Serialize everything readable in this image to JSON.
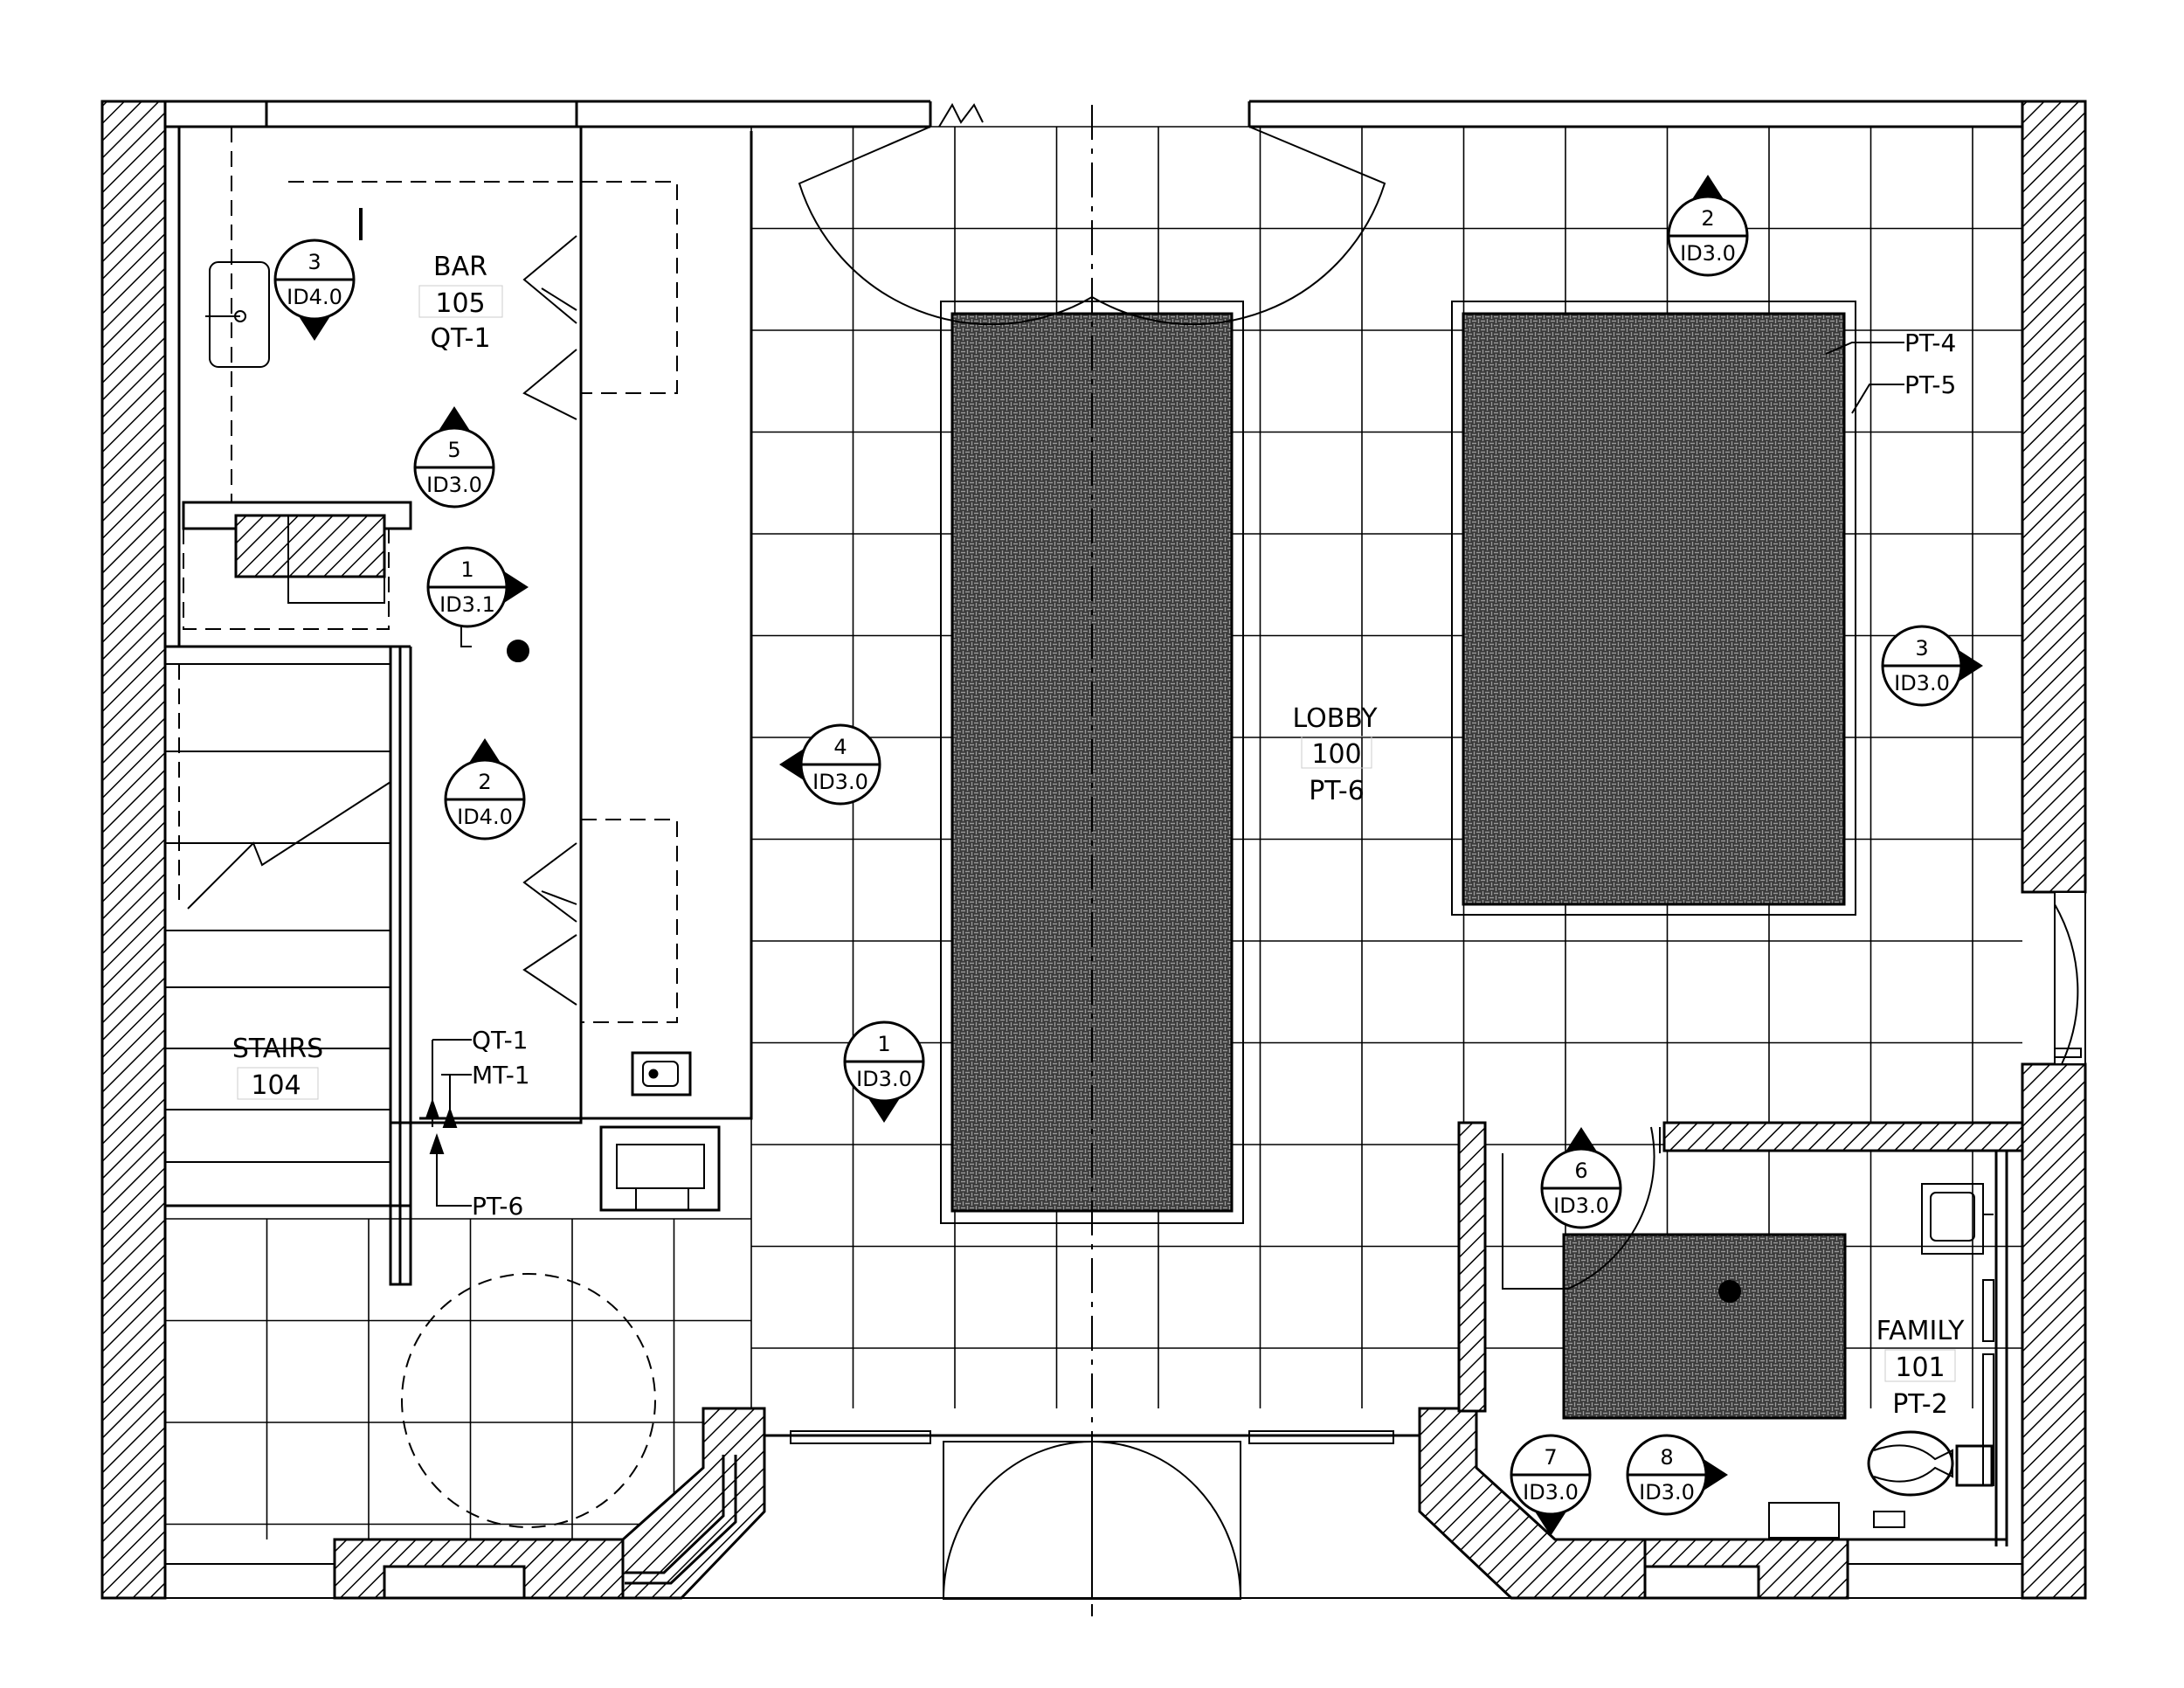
{
  "rooms": {
    "bar": {
      "name": "BAR",
      "number": "105",
      "finish": "QT-1"
    },
    "lobby": {
      "name": "LOBBY",
      "number": "100",
      "finish": "PT-6"
    },
    "stairs": {
      "name": "STAIRS",
      "number": "104"
    },
    "family": {
      "name": "FAMILY",
      "number": "101",
      "finish": "PT-2"
    }
  },
  "finish_tags": {
    "pt4": "PT-4",
    "pt5": "PT-5",
    "qt1": "QT-1",
    "mt1": "MT-1",
    "pt6": "PT-6"
  },
  "section_markers": [
    {
      "id": "bar-3",
      "num": "3",
      "ref": "ID4.0"
    },
    {
      "id": "bar-5",
      "num": "5",
      "ref": "ID3.0"
    },
    {
      "id": "bar-1",
      "num": "1",
      "ref": "ID3.1"
    },
    {
      "id": "stair-2",
      "num": "2",
      "ref": "ID4.0"
    },
    {
      "id": "lobby-4",
      "num": "4",
      "ref": "ID3.0"
    },
    {
      "id": "lobby-1",
      "num": "1",
      "ref": "ID3.0"
    },
    {
      "id": "lobby-2",
      "num": "2",
      "ref": "ID3.0"
    },
    {
      "id": "lobby-3",
      "num": "3",
      "ref": "ID3.0"
    },
    {
      "id": "lobby-6",
      "num": "6",
      "ref": "ID3.0"
    },
    {
      "id": "vest-7",
      "num": "7",
      "ref": "ID3.0"
    },
    {
      "id": "vest-8",
      "num": "8",
      "ref": "ID3.0"
    }
  ]
}
